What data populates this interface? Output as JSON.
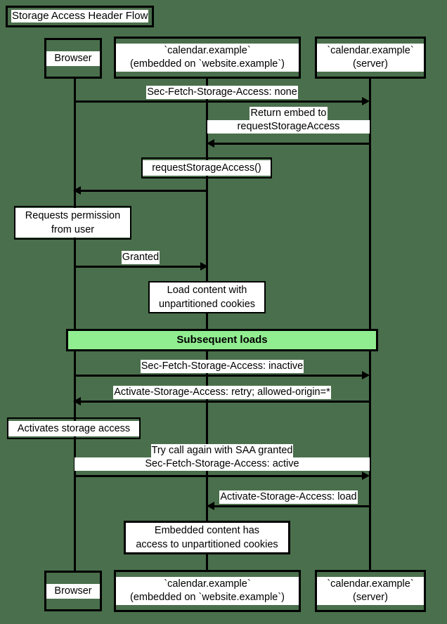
{
  "diagram": {
    "title": "Storage Access Header Flow",
    "type": "sequence-diagram",
    "background_color": "#4a6f4c",
    "accent_color": "#90ee90"
  },
  "participants": [
    {
      "id": "browser",
      "line1": "Browser",
      "line2": ""
    },
    {
      "id": "embed",
      "line1": "`calendar.example`",
      "line2": "(embedded on `website.example`)"
    },
    {
      "id": "server",
      "line1": "`calendar.example`",
      "line2": "(server)"
    }
  ],
  "messages": [
    {
      "id": "m1",
      "from": "browser",
      "to": "server",
      "label": "Sec-Fetch-Storage-Access: none"
    },
    {
      "id": "m2",
      "from": "server",
      "to": "embed",
      "line1": "Return embed to",
      "line2": "requestStorageAccess"
    },
    {
      "id": "m3",
      "from": "embed",
      "to": "browser",
      "label": ""
    },
    {
      "id": "m4",
      "from": "browser",
      "to": "embed",
      "label": "Granted"
    },
    {
      "id": "m5",
      "from": "browser",
      "to": "server",
      "label": "Sec-Fetch-Storage-Access: inactive"
    },
    {
      "id": "m6",
      "from": "server",
      "to": "browser",
      "label": "Activate-Storage-Access: retry; allowed-origin=*"
    },
    {
      "id": "m7",
      "from": "browser",
      "to": "server",
      "line1": "Try call again with SAA granted",
      "line2": "Sec-Fetch-Storage-Access: active"
    },
    {
      "id": "m8",
      "from": "server",
      "to": "embed",
      "label": "Activate-Storage-Access: load"
    }
  ],
  "notes": [
    {
      "id": "n1",
      "line1": "requestStorageAccess()",
      "line2": ""
    },
    {
      "id": "n2",
      "line1": "Requests permission",
      "line2": "from user"
    },
    {
      "id": "n3",
      "line1": "Load content with",
      "line2": "unpartitioned cookies"
    },
    {
      "id": "n4",
      "line1": "Activates storage access",
      "line2": ""
    },
    {
      "id": "n5",
      "line1": "Embedded content has",
      "line2": "access to unpartitioned cookies"
    }
  ],
  "section_dividers": [
    {
      "id": "s1",
      "label": "Subsequent loads"
    }
  ]
}
